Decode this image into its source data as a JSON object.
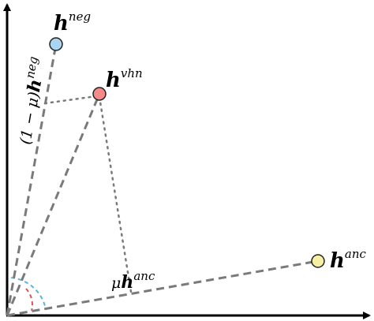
{
  "diagram": {
    "colors": {
      "axis": "#000000",
      "dashed": "#7a7a7a",
      "dotted": "#7a7a7a",
      "neg_point": "#a9d4f2",
      "vhn_point": "#f48a8a",
      "anc_point": "#f7f0a2",
      "angle_outer": "#57b6e0",
      "angle_inner": "#d9534f"
    },
    "labels": {
      "h_neg_base": "h",
      "h_neg_sup": "neg",
      "h_vhn_base": "h",
      "h_vhn_sup": "vhn",
      "h_anc_base": "h",
      "h_anc_sup": "anc",
      "scaled_neg_prefix": "(1 − μ)",
      "scaled_neg_base": "h",
      "scaled_neg_sup": "neg",
      "scaled_anc_prefix": "μ",
      "scaled_anc_base": "h",
      "scaled_anc_sup": "anc"
    }
  }
}
